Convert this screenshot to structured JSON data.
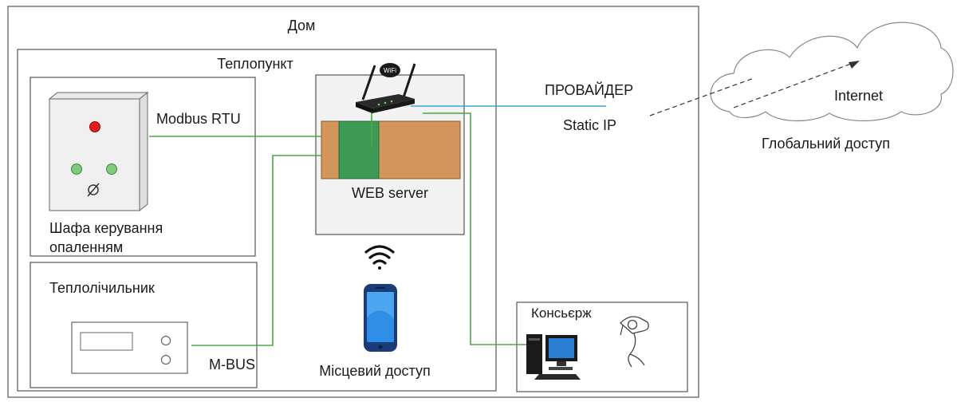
{
  "labels": {
    "house": "Дом",
    "heat_point": "Теплопункт",
    "modbus": "Modbus RTU",
    "cabinet_line1": "Шафа керування",
    "cabinet_line2": "опаленням",
    "web_server": "WEB server",
    "wifi_badge": "WiFi",
    "provider": "ПРОВАЙДЕР",
    "static_ip": "Static IP",
    "internet": "Internet",
    "global_access": "Глобальний доступ",
    "heat_meter": "Теплолічильник",
    "mbus": "M-BUS",
    "local_access": "Місцевий доступ",
    "concierge": "Консьєрж"
  },
  "colors": {
    "border": "#555555",
    "green_line": "#4aa84a",
    "blue_line": "#3aa6d6",
    "server_orange": "#d4965a",
    "server_green": "#3d9a55",
    "lamp_red": "#e01e1e",
    "lamp_green": "#7ecb7e"
  },
  "icons": [
    "wifi-router-icon",
    "wifi-icon",
    "smartphone-icon",
    "desktop-computer-icon",
    "sleeping-person-icon",
    "cloud-icon"
  ]
}
